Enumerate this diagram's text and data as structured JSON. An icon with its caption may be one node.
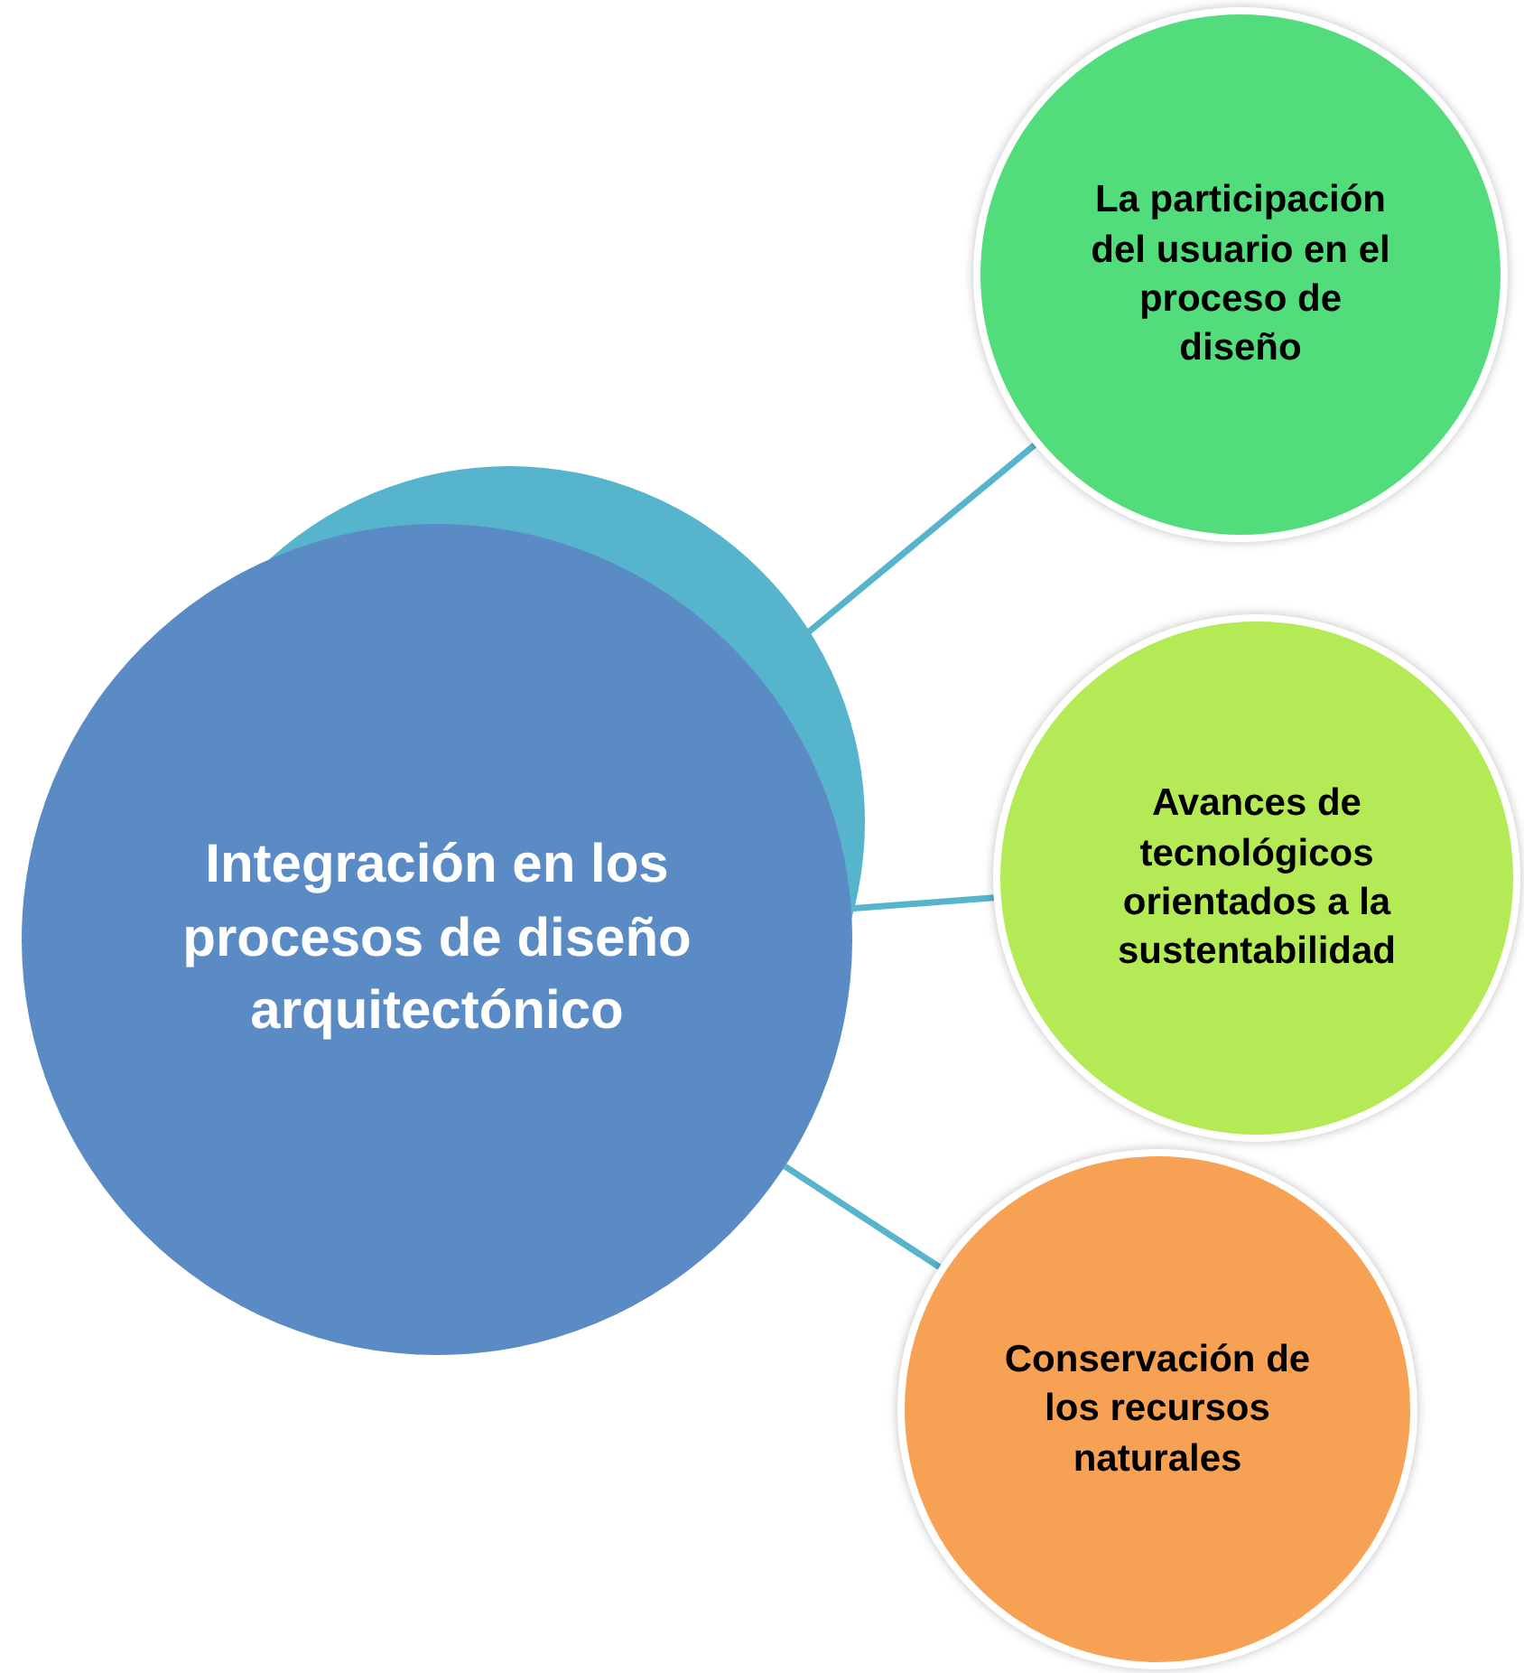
{
  "diagram": {
    "nodes": [
      {
        "text": [
          "Integración en los procesos de diseño arquitectónico"
        ]
      },
      {
        "text": [
          "La participación del usuario en el proceso de diseño"
        ]
      },
      {
        "text": [
          "Avances de tecnológicos orientados a la sustentabilidad"
        ]
      },
      {
        "text": [
          "Conservación de los recursos naturales"
        ]
      }
    ],
    "edges": [
      {
        "from": 0,
        "to": 1,
        "arrow": "none"
      },
      {
        "from": 0,
        "to": 2,
        "arrow": "none"
      },
      {
        "from": 0,
        "to": 3,
        "arrow": "none"
      }
    ]
  }
}
